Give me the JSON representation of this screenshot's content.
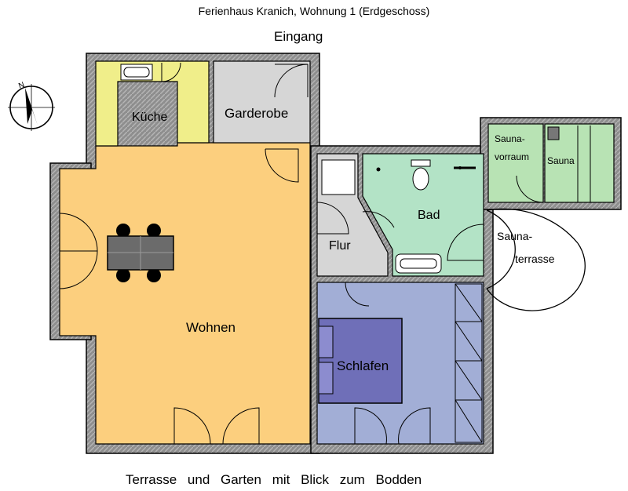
{
  "title": "Ferienhaus Kranich, Wohnung 1 (Erdgeschoss)",
  "entrance": "Eingang",
  "footer": "Terrasse und Garten mit Blick zum Bodden",
  "compass": {
    "label": "N",
    "icon": "north-arrow-icon"
  },
  "rooms": {
    "kueche": "Küche",
    "garderobe": "Garderobe",
    "wohnen": "Wohnen",
    "flur": "Flur",
    "bad": "Bad",
    "schlafen": "Schlafen",
    "sauna_vorraum_1": "Sauna-",
    "sauna_vorraum_2": "vorraum",
    "sauna": "Sauna",
    "saunaterrasse_1": "Sauna-",
    "saunaterrasse_2": "terrasse"
  },
  "colors": {
    "wall": "#9a9a9a",
    "wohnen": "#fccf7e",
    "kueche": "#f0ee8a",
    "garderobe": "#d6d6d6",
    "flur": "#d6d6d6",
    "bad": "#b3e3c6",
    "schlafen": "#a2aed6",
    "bed": "#6f6fb8",
    "sauna": "#b8e3b4",
    "table": "#6b6b6b"
  }
}
